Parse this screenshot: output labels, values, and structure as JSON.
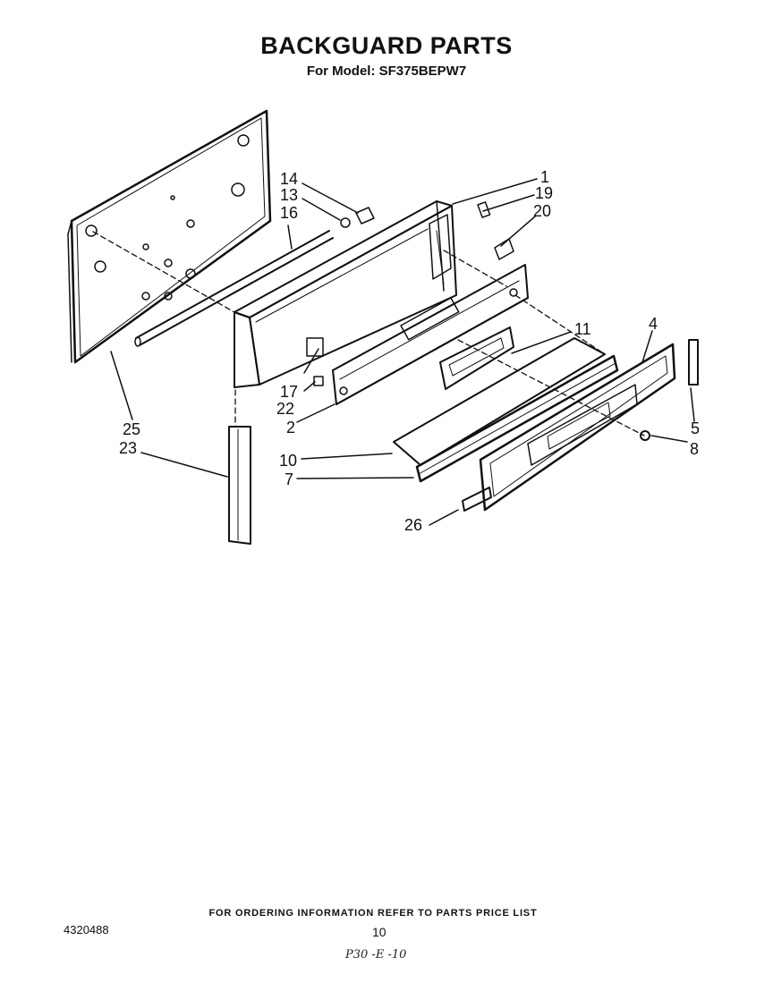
{
  "header": {
    "title": "BACKGUARD PARTS",
    "subtitle": "For Model: SF375BEPW7"
  },
  "callouts": [
    "1",
    "2",
    "4",
    "5",
    "7",
    "8",
    "10",
    "11",
    "13",
    "14",
    "16",
    "17",
    "19",
    "20",
    "22",
    "23",
    "25",
    "26"
  ],
  "footer": {
    "ordering_note": "FOR ORDERING INFORMATION REFER TO PARTS PRICE LIST",
    "document_number": "4320488",
    "page_number": "10",
    "handwritten_note": "P30 -E -10"
  }
}
